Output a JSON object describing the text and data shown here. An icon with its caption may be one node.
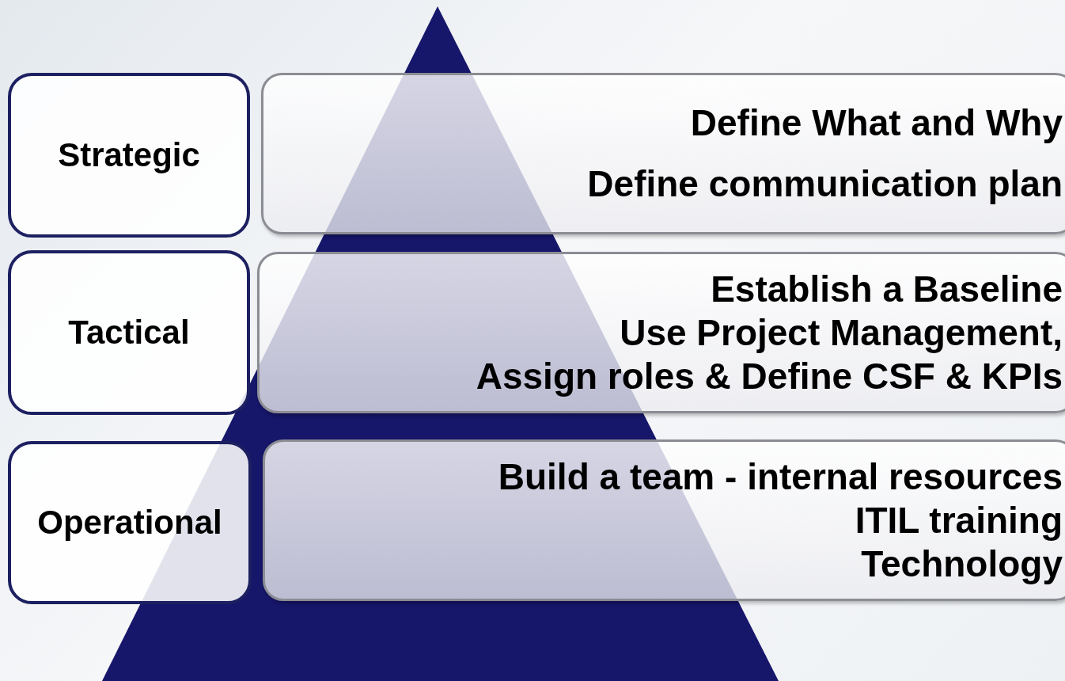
{
  "diagram": {
    "nodes": [
      {
        "text": [
          "Strategic"
        ]
      },
      {
        "text": [
          "Define What and Why",
          "Define communication plan"
        ]
      },
      {
        "text": [
          "Tactical"
        ]
      },
      {
        "text": [
          "Establish a Baseline",
          "Use Project Management,",
          "Assign roles & Define CSF & KPIs"
        ]
      },
      {
        "text": [
          "Operational"
        ]
      },
      {
        "text": [
          "Build a team - internal resources",
          "ITIL training",
          "Technology"
        ]
      }
    ]
  }
}
